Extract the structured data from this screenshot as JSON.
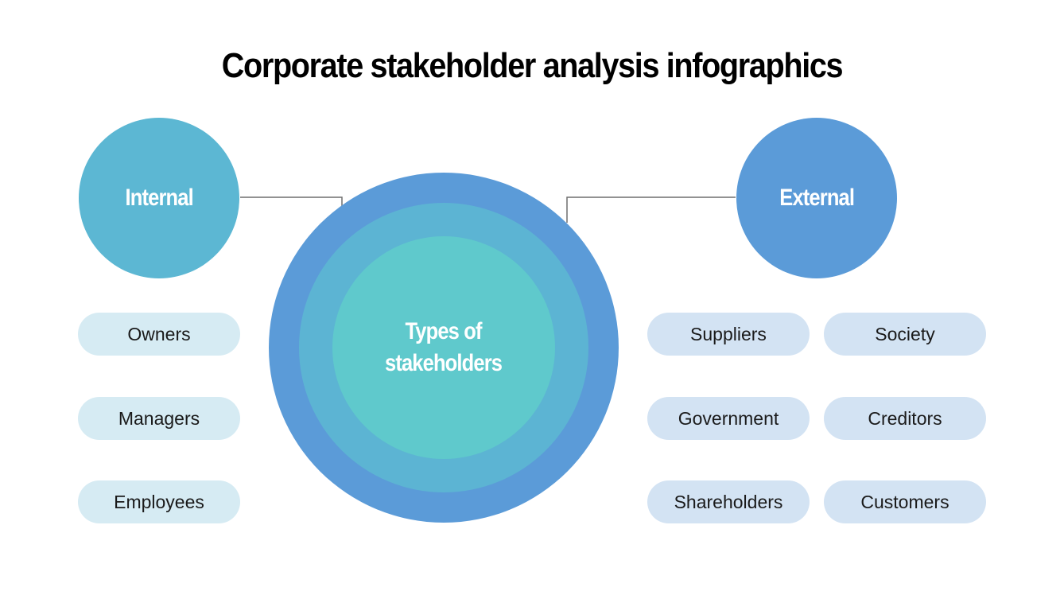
{
  "title": "Corporate stakeholder analysis infographics",
  "colors": {
    "internal": "#5cb7d3",
    "external": "#5b9bd8",
    "outer_ring": "#5b9bd8",
    "middle_ring": "#5cb4d3",
    "inner_core": "#5fc9cc",
    "pill_internal": "#d6ebf3",
    "pill_external": "#d3e3f3",
    "connector": "#6f6f6f"
  },
  "center": {
    "line1": "Types of",
    "line2": "stakeholders"
  },
  "internal": {
    "label": "Internal",
    "items": [
      "Owners",
      "Managers",
      "Employees"
    ]
  },
  "external": {
    "label": "External",
    "items_col1": [
      "Suppliers",
      "Government",
      "Shareholders"
    ],
    "items_col2": [
      "Society",
      "Creditors",
      "Customers"
    ]
  }
}
